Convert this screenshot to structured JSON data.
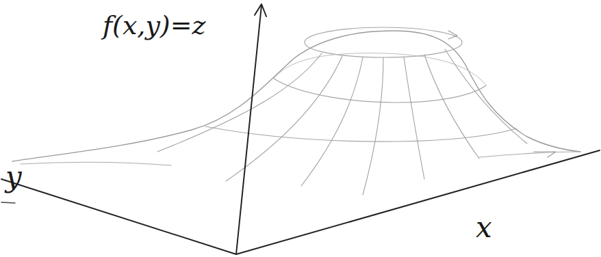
{
  "diagram": {
    "labels": [
      "f(x,y)=z",
      "y",
      "x"
    ]
  }
}
